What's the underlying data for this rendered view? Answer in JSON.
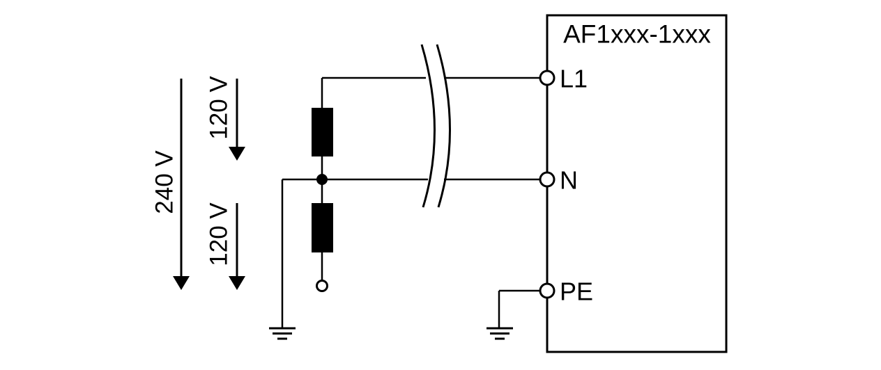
{
  "diagram": {
    "device": {
      "title": "AF1xxx-1xxx",
      "terminals": {
        "l1": "L1",
        "n": "N",
        "pe": "PE"
      }
    },
    "voltages": {
      "total": "240 V",
      "upper": "120 V",
      "lower": "120 V"
    },
    "icons": {
      "arrows": "down-arrow-icon",
      "windings": "winding-icon",
      "junction": "junction-dot-icon",
      "break": "cable-break-icon",
      "grounds": "ground-icon",
      "pins": "terminal-pin-icon"
    },
    "colors": {
      "line": "#000000",
      "background": "#ffffff"
    }
  }
}
